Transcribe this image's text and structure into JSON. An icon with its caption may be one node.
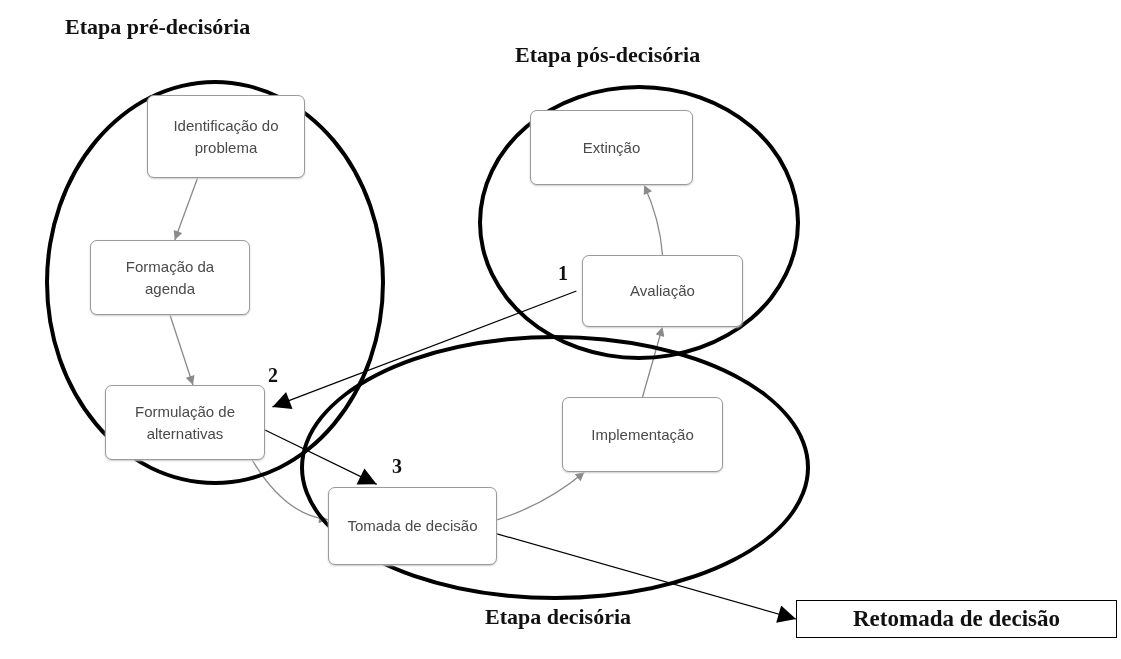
{
  "diagram": {
    "nodes": [
      {
        "text": [
          "Etapa pré-decisória"
        ]
      },
      {
        "text": [
          "Identificação do problema"
        ],
        "in": 0
      },
      {
        "text": [
          "Formação da agenda"
        ],
        "in": 0
      },
      {
        "text": [
          "Formulação de alternativas"
        ],
        "in": 0
      },
      {
        "text": [
          "Etapa pós-decisória"
        ]
      },
      {
        "text": [
          "Extinção"
        ],
        "in": 4
      },
      {
        "text": [
          "Avaliação"
        ],
        "in": 4
      },
      {
        "text": [
          "Etapa decisória"
        ]
      },
      {
        "text": [
          "Implementação"
        ],
        "in": 7
      },
      {
        "text": [
          "Tomada de decisão"
        ],
        "in": 7
      },
      {
        "text": [
          "Retomada de decisão"
        ]
      }
    ],
    "edges": [
      {
        "from": 1,
        "to": 2,
        "arrow": "to"
      },
      {
        "from": 2,
        "to": 3,
        "arrow": "to"
      },
      {
        "from": 3,
        "to": 9,
        "arrow": "to"
      },
      {
        "from": 9,
        "to": 8,
        "arrow": "to"
      },
      {
        "from": 8,
        "to": 6,
        "arrow": "to"
      },
      {
        "from": 6,
        "to": 5,
        "arrow": "to"
      },
      {
        "from": 6,
        "to": 3,
        "arrow": "to",
        "color": "#000000"
      },
      {
        "from": 3,
        "to": 9,
        "arrow": "to",
        "color": "#000000"
      },
      {
        "from": 9,
        "to": 10,
        "arrow": "to",
        "color": "#000000"
      }
    ],
    "labels": [
      "1",
      "2",
      "3"
    ]
  }
}
